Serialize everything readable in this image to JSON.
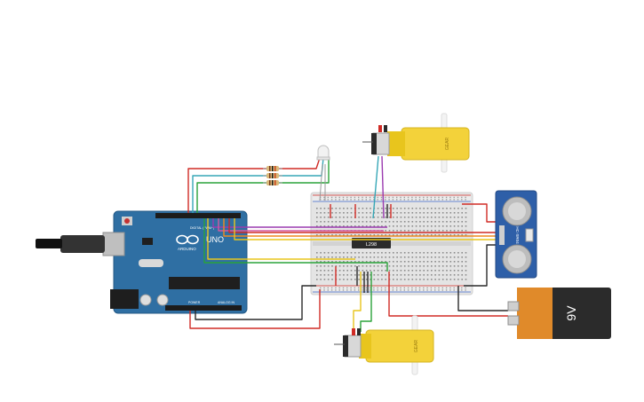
{
  "arduino": {
    "brand": "ARDUINO",
    "model": "UNO",
    "power_label": "POWER",
    "analog_label": "ANALOG IN",
    "digital_label": "DIGITAL (PWM~)",
    "board_color": "#2f6fa3"
  },
  "driver_chip": {
    "label": "L298"
  },
  "sensor": {
    "label": "HC-SR04",
    "color": "#2e5fa8"
  },
  "battery": {
    "label": "9V",
    "body_color": "#2b2b2b",
    "cap_color": "#e08a2a"
  },
  "motors": {
    "top_label": "GEAR",
    "bottom_label": "GEAR",
    "color": "#f3d23a"
  },
  "wire_colors": {
    "red": "#d02b25",
    "green": "#2aa33a",
    "yellow": "#e8c51d",
    "orange": "#ef8a1f",
    "black": "#2a2a2a",
    "purple": "#9b3bb0",
    "teal": "#36a7b7",
    "blue": "#3a63c8"
  },
  "breadboard": {
    "color": "#e6e6e6"
  }
}
